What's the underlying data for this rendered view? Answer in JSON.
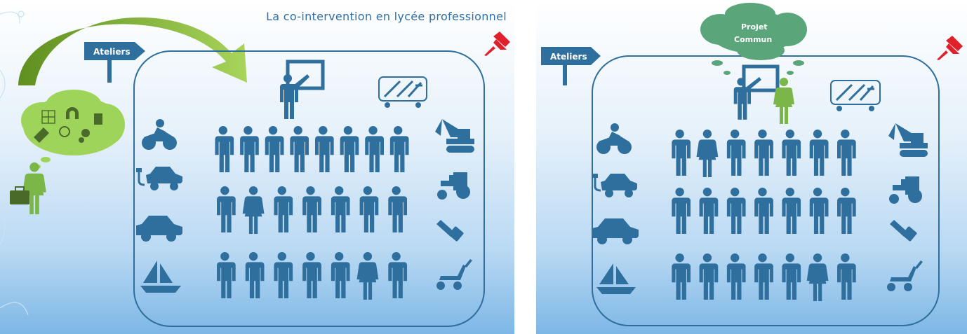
{
  "slide1": {
    "title": "La co-intervention en lycée professionnel",
    "sign_label": "Ateliers",
    "class_rows": [
      [
        "m",
        "m",
        "m",
        "m",
        "m",
        "m",
        "m",
        "m"
      ],
      [
        "m",
        "f",
        "m",
        "m",
        "m",
        "m",
        "m"
      ],
      [
        "m",
        "m",
        "m",
        "m",
        "m",
        "f",
        "m"
      ]
    ]
  },
  "slide2": {
    "sign_label": "Ateliers",
    "cloud_line1": "Projet",
    "cloud_line2": "Commun",
    "class_rows": [
      [
        "m",
        "f",
        "m",
        "m",
        "m",
        "m",
        "m"
      ],
      [
        "m",
        "m",
        "m",
        "m",
        "m",
        "m",
        "m"
      ],
      [
        "m",
        "m",
        "m",
        "m",
        "m",
        "f",
        "m"
      ]
    ]
  },
  "colors": {
    "primary_blue": "#2f6f9e",
    "green": "#7ab648",
    "cloud_green": "#5aa57a",
    "red_pin": "#e0202a"
  }
}
